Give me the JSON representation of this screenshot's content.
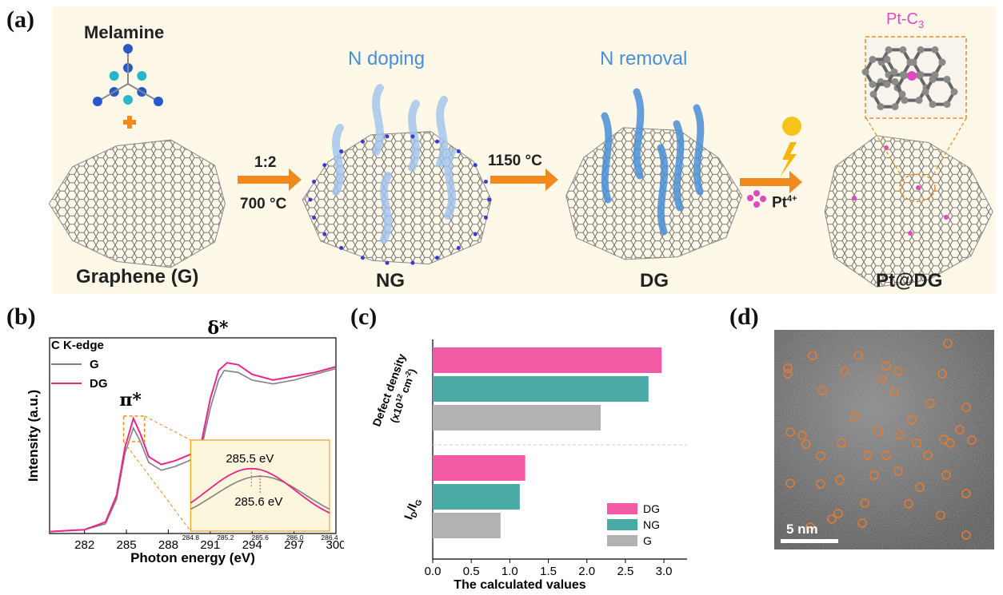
{
  "panels": {
    "a": "(a)",
    "b": "(b)",
    "c": "(c)",
    "d": "(d)"
  },
  "scheme": {
    "melamine_label": "Melamine",
    "plus": "+",
    "stages": [
      "Graphene (G)",
      "NG",
      "DG",
      "Pt@DG"
    ],
    "step1_top": "1:2",
    "step1_bottom": "700 °C",
    "step2_title": "N doping",
    "step2_label": "1150 °C",
    "step3_title": "N removal",
    "step4_label": "Pt",
    "step4_sup": "4+",
    "inset_label": "Pt-C",
    "inset_sub": "3",
    "colors": {
      "arrow": "#f08a1e",
      "highlight": "#4a8fd6",
      "pt": "#e04ac0",
      "lattice": "#777777",
      "bg": "#fdf8e8"
    }
  },
  "chart_data": [
    {
      "id": "b",
      "type": "line",
      "xlabel": "Photon energy (eV)",
      "ylabel": "Intensity (a.u.)",
      "xlim": [
        279.5,
        300
      ],
      "xticks": [
        "282",
        "285",
        "288",
        "291",
        "294",
        "297",
        "300"
      ],
      "legend_title": "C K-edge",
      "series": [
        {
          "name": "G",
          "color": "#808080",
          "x": [
            279.5,
            282,
            283.5,
            284.3,
            284.9,
            285.5,
            286.0,
            286.6,
            287.5,
            288.5,
            289.5,
            290.3,
            291.0,
            291.6,
            292.0,
            293.0,
            294.0,
            295.5,
            297,
            298.5,
            300
          ],
          "y": [
            0.01,
            0.02,
            0.05,
            0.18,
            0.42,
            0.55,
            0.48,
            0.37,
            0.33,
            0.35,
            0.38,
            0.42,
            0.65,
            0.8,
            0.85,
            0.84,
            0.8,
            0.78,
            0.8,
            0.83,
            0.86
          ]
        },
        {
          "name": "DG",
          "color": "#e8268a",
          "x": [
            279.5,
            282,
            283.5,
            284.3,
            284.9,
            285.5,
            286.0,
            286.6,
            287.5,
            288.5,
            289.5,
            290.3,
            291.0,
            291.6,
            292.2,
            293.0,
            294.0,
            295.5,
            297,
            298.5,
            300
          ],
          "y": [
            0.01,
            0.02,
            0.06,
            0.2,
            0.45,
            0.6,
            0.52,
            0.4,
            0.36,
            0.38,
            0.41,
            0.45,
            0.7,
            0.85,
            0.89,
            0.88,
            0.83,
            0.8,
            0.82,
            0.84,
            0.87
          ]
        }
      ],
      "annotations": [
        "π*",
        "δ*"
      ],
      "inset": {
        "xlim": [
          284.8,
          286.4
        ],
        "xticks": [
          "284.8",
          "285.2",
          "285.6",
          "286.0",
          "286.4"
        ],
        "peak_DG_label": "285.5 eV",
        "peak_G_label": "285.6 eV",
        "peak_DG_x": 285.5,
        "peak_G_x": 285.6
      }
    },
    {
      "id": "c",
      "type": "bar",
      "orientation": "horizontal",
      "xlabel": "The calculated values",
      "xlim": [
        0,
        3.3
      ],
      "xticks": [
        "0.0",
        "0.5",
        "1.0",
        "1.5",
        "2.0",
        "2.5",
        "3.0"
      ],
      "groups": [
        {
          "label": "Defect density",
          "sub": "(x10",
          "sub_sup": "12",
          "sub_rest": " cm",
          "sub_sup2": "-2",
          "sub_end": ")",
          "values": {
            "DG": 2.97,
            "NG": 2.8,
            "G": 2.18
          }
        },
        {
          "label": "I",
          "label_sub": "D",
          "label_mid": "/I",
          "label_sub2": "G",
          "values": {
            "DG": 1.2,
            "NG": 1.13,
            "G": 0.88
          }
        }
      ],
      "series": [
        {
          "name": "DG",
          "color": "#f25aa6"
        },
        {
          "name": "NG",
          "color": "#4aaba6"
        },
        {
          "name": "G",
          "color": "#b2b2b2"
        }
      ]
    }
  ],
  "micrograph": {
    "scale_bar": "5 nm",
    "marker_color": "#e87a2a"
  }
}
